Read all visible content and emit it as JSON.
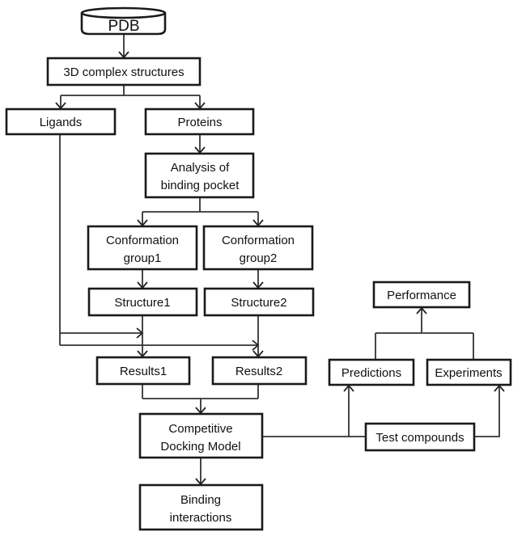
{
  "nodes": {
    "pdb": "PDB",
    "complex": "3D complex structures",
    "ligands": "Ligands",
    "proteins": "Proteins",
    "analysis": [
      "Analysis of",
      "binding pocket"
    ],
    "conf1": [
      "Conformation",
      "group1"
    ],
    "conf2": [
      "Conformation",
      "group2"
    ],
    "structure1": "Structure1",
    "structure2": "Structure2",
    "results1": "Results1",
    "results2": "Results2",
    "competitive": [
      "Competitive",
      "Docking Model"
    ],
    "binding": [
      "Binding",
      "interactions"
    ],
    "performance": "Performance",
    "predictions": "Predictions",
    "experiments": "Experiments",
    "test": "Test compounds"
  }
}
